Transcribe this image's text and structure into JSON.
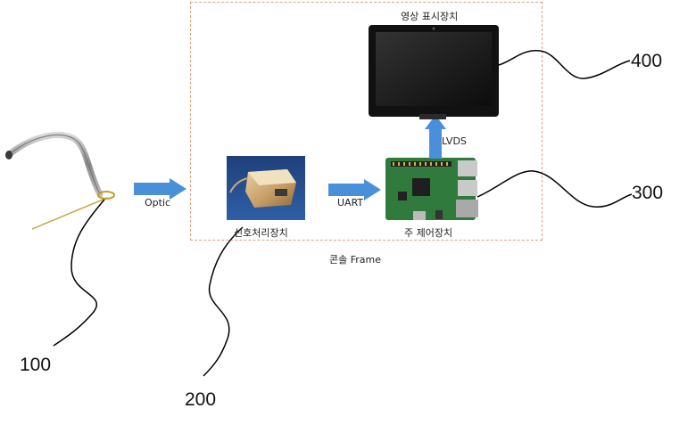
{
  "console": {
    "frame_label": "콘솔 Frame"
  },
  "components": {
    "display": {
      "title": "영상 표시장치",
      "ref": "400"
    },
    "main_controller": {
      "title": "주 제어장치",
      "ref": "300"
    },
    "signal_processor": {
      "title": "신호처리장치",
      "ref": "200"
    },
    "probe": {
      "ref": "100"
    }
  },
  "links": {
    "optic": "Optic",
    "uart": "UART",
    "lvds": "LVDS"
  },
  "colors": {
    "arrow": "#4a90d9",
    "frame_border": "#e6a07a",
    "leader_line": "#000000"
  }
}
